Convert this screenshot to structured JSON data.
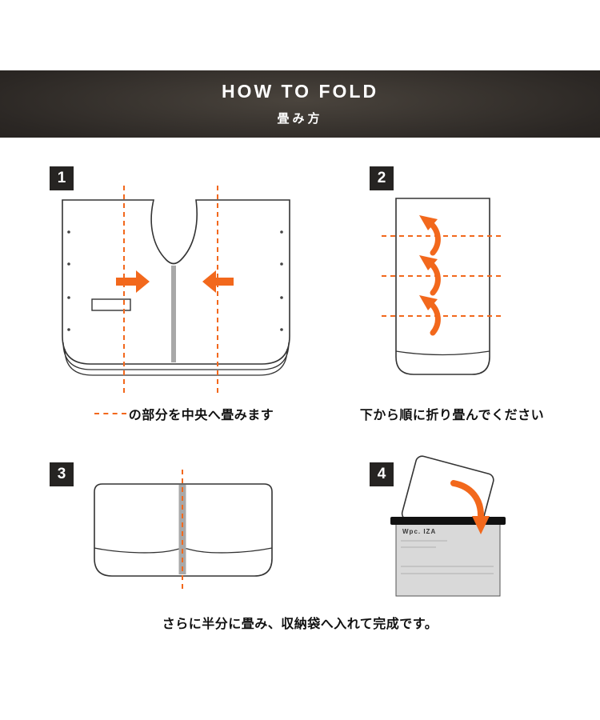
{
  "header": {
    "title": "HOW TO FOLD",
    "subtitle": "畳み方"
  },
  "steps": [
    {
      "number": "1",
      "caption": "の部分を中央へ畳みます",
      "caption_has_dash_sample": true
    },
    {
      "number": "2",
      "caption": "下から順に折り畳んでください"
    },
    {
      "number": "3"
    },
    {
      "number": "4"
    }
  ],
  "final_caption": "さらに半分に畳み、収納袋へ入れて完成です。",
  "bag_label": "Wpc. IZA",
  "icons": [
    "fold-right-arrow-icon",
    "fold-left-arrow-icon",
    "fold-up-arrow-icon",
    "insert-down-arrow-icon"
  ],
  "colors": {
    "accent_orange": "#f2681c",
    "banner_dark": "#14110f",
    "banner_light": "#4a443d",
    "badge_bg": "#262422",
    "outline": "#333333",
    "zipper_gray": "#a8a8a8",
    "bag_gray": "#d9d9d9",
    "seal_black": "#111111"
  }
}
